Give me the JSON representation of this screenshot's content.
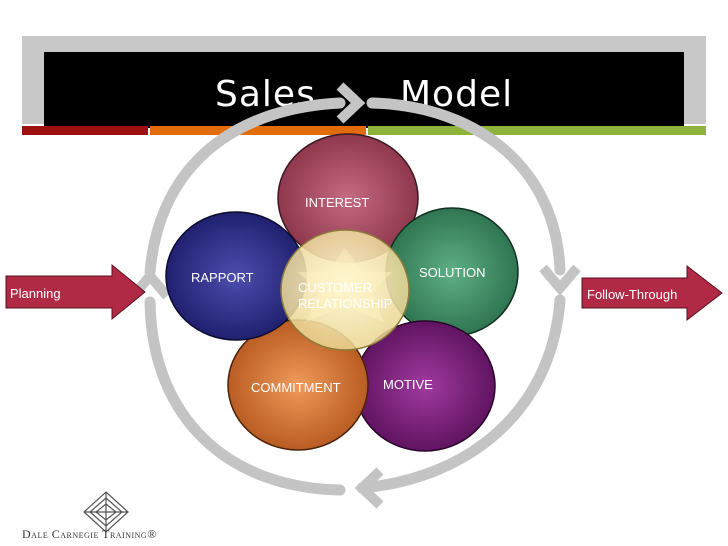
{
  "slide": {
    "title_word_1": "Sales",
    "title_word_2": "Model"
  },
  "diagram": {
    "petals": [
      {
        "label": "INTEREST",
        "color": "#a8475e"
      },
      {
        "label": "SOLUTION",
        "color": "#3f8f67"
      },
      {
        "label": "MOTIVE",
        "color": "#7a1f7a"
      },
      {
        "label": "COMMITMENT",
        "color": "#d4743a"
      },
      {
        "label": "RAPPORT",
        "color": "#2e2e8e"
      }
    ],
    "center": {
      "line1": "CUSTOMER",
      "line2": "RELATIONSHIP",
      "color": "#f3e6a8"
    },
    "input_arrow": {
      "label": "Planning",
      "color": "#b02a45"
    },
    "output_arrow": {
      "label": "Follow-Through",
      "color": "#b02a45"
    },
    "cycle_color": "#c4c4c4"
  },
  "accent_colors": [
    "#9c1010",
    "#e36c0a",
    "#8db33a"
  ],
  "footer": {
    "logo_text": "Dale Carnegie Training®"
  }
}
